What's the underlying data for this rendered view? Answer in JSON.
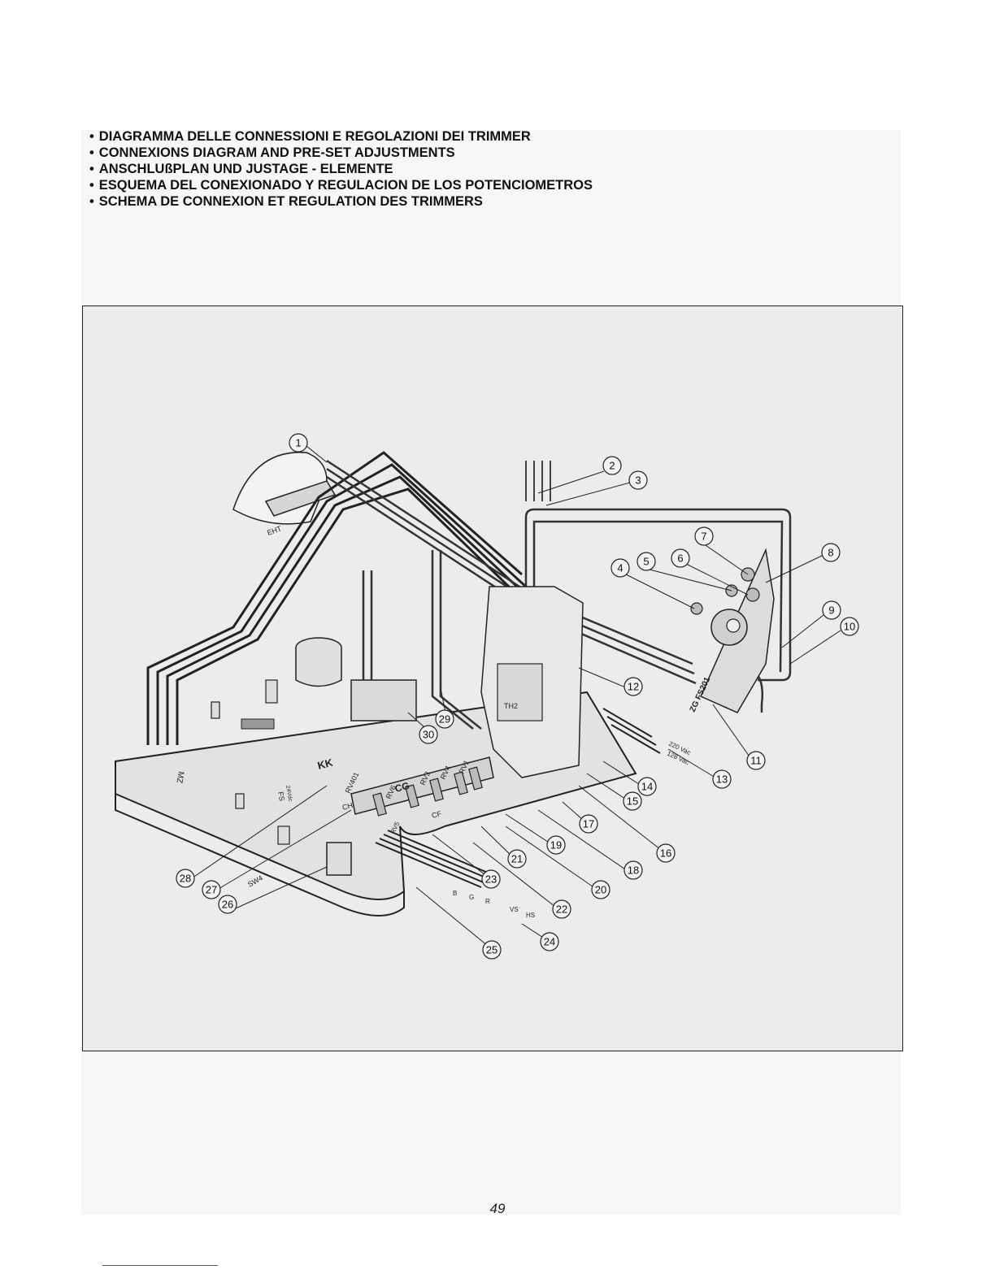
{
  "headings": [
    "DIAGRAMMA DELLE CONNESSIONI E REGOLAZIONI DEI TRIMMER",
    "CONNEXIONS DIAGRAM AND PRE-SET ADJUSTMENTS",
    "ANSCHLUßPLAN UND JUSTAGE - ELEMENTE",
    "ESQUEMA DEL CONEXIONADO Y REGULACION DE LOS POTENCIOMETROS",
    "SCHEMA DE CONNEXION ET REGULATION DES TRIMMERS"
  ],
  "diagram": {
    "board_labels": {
      "eht": "EHT",
      "mz": "MZ",
      "kk": "KK",
      "ch": "CH",
      "cg": "CG",
      "cf": "CF",
      "th2": "TH2",
      "zg_fs201": "ZG FS201",
      "rv401": "RV401",
      "rv6": "RV6",
      "rv3": "RV3",
      "rv4": "RV4",
      "rv1": "RV1",
      "rv5": "RV5",
      "sw4": "SW4",
      "fs": "FS",
      "v220": "220 Vac",
      "v128": "128 Vac",
      "v24": "24Vdc",
      "conn_b": "B",
      "conn_g": "G",
      "conn_r": "R",
      "conn_vs": "VS",
      "conn_hs": "HS"
    },
    "callouts": [
      "1",
      "2",
      "3",
      "4",
      "5",
      "6",
      "7",
      "8",
      "9",
      "10",
      "11",
      "12",
      "13",
      "14",
      "15",
      "16",
      "17",
      "18",
      "19",
      "20",
      "21",
      "22",
      "23",
      "24",
      "25",
      "26",
      "27",
      "28",
      "29",
      "30"
    ]
  },
  "page_number": "49"
}
